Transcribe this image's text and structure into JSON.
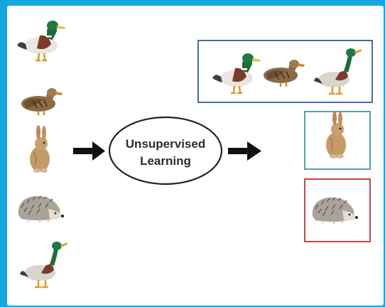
{
  "diagram": {
    "center_label_line1": "Unsupervised",
    "center_label_line2": "Learning",
    "inputs": [
      "mallard-duck-drake",
      "mallard-duck-hen",
      "rabbit",
      "hedgehog",
      "mallard-duck-drake"
    ],
    "clusters": [
      {
        "name": "ducks-cluster",
        "members": [
          "mallard-duck-drake",
          "mallard-duck-hen",
          "mallard-duck-drake"
        ],
        "border_color": "#4a6aa6"
      },
      {
        "name": "rabbits-cluster",
        "members": [
          "rabbit"
        ],
        "border_color": "#4fa7a8"
      },
      {
        "name": "hedgehogs-cluster",
        "members": [
          "hedgehog"
        ],
        "border_color": "#c6474f"
      }
    ],
    "colors": {
      "frame": "#13a8dd",
      "arrow": "#111111",
      "ellipse_stroke": "#222222"
    }
  }
}
